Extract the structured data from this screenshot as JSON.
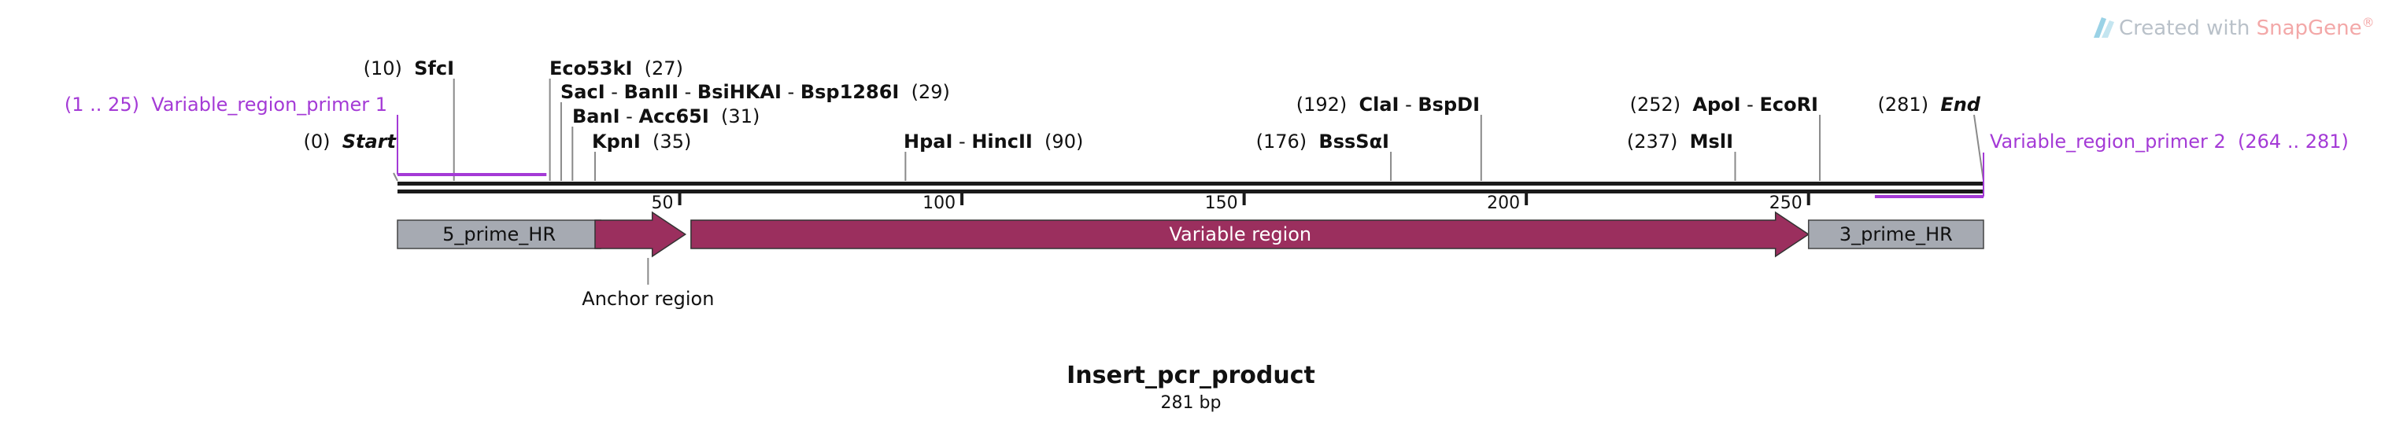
{
  "watermark": {
    "prefix": "Created with ",
    "brand": "SnapGene",
    "mark": "®",
    "icon": "snapgene-logo-icon"
  },
  "sequence": {
    "name": "Insert_pcr_product",
    "length_label": "281 bp",
    "length_bp": 281
  },
  "ruler": [
    {
      "pos": 50,
      "label": "50"
    },
    {
      "pos": 100,
      "label": "100"
    },
    {
      "pos": 150,
      "label": "150"
    },
    {
      "pos": 200,
      "label": "200"
    },
    {
      "pos": 250,
      "label": "250"
    }
  ],
  "sites": [
    {
      "id": "start",
      "bp": 0,
      "pos_label": "(0)",
      "names": [
        "Start"
      ],
      "italic": true,
      "label_side": "left"
    },
    {
      "id": "sfci",
      "bp": 10,
      "pos_label": "(10)",
      "names": [
        "SfcI"
      ],
      "label_side": "left"
    },
    {
      "id": "eco53ki",
      "bp": 27,
      "pos_label": "(27)",
      "names": [
        "Eco53kI"
      ],
      "label_side": "right"
    },
    {
      "id": "saci",
      "bp": 29,
      "pos_label": "(29)",
      "names": [
        "SacI",
        "BanII",
        "BsiHKAI",
        "Bsp1286I"
      ],
      "label_side": "right"
    },
    {
      "id": "bani",
      "bp": 31,
      "pos_label": "(31)",
      "names": [
        "BanI",
        "Acc65I"
      ],
      "label_side": "right"
    },
    {
      "id": "kpni",
      "bp": 35,
      "pos_label": "(35)",
      "names": [
        "KpnI"
      ],
      "label_side": "right"
    },
    {
      "id": "hpai",
      "bp": 90,
      "pos_label": "(90)",
      "names": [
        "HpaI",
        "HincII"
      ],
      "label_side": "right"
    },
    {
      "id": "bsssai",
      "bp": 176,
      "pos_label": "(176)",
      "names": [
        "BssSαI"
      ],
      "label_side": "left"
    },
    {
      "id": "clai",
      "bp": 192,
      "pos_label": "(192)",
      "names": [
        "ClaI",
        "BspDI"
      ],
      "label_side": "left"
    },
    {
      "id": "msli",
      "bp": 237,
      "pos_label": "(237)",
      "names": [
        "MslI"
      ],
      "label_side": "left"
    },
    {
      "id": "apoi",
      "bp": 252,
      "pos_label": "(252)",
      "names": [
        "ApoI",
        "EcoRI"
      ],
      "label_side": "left"
    },
    {
      "id": "end",
      "bp": 281,
      "pos_label": "(281)",
      "names": [
        "End"
      ],
      "italic": true,
      "label_side": "left"
    }
  ],
  "separator": " - ",
  "primers": [
    {
      "id": "primer1",
      "name": "Variable_region_primer 1",
      "range": "(1 .. 25)",
      "start": 1,
      "end": 25,
      "strand": "forward",
      "color": "#a43ad6"
    },
    {
      "id": "primer2",
      "name": "Variable_region_primer 2",
      "range": "(264 .. 281)",
      "start": 264,
      "end": 281,
      "strand": "reverse",
      "color": "#a43ad6"
    }
  ],
  "features": [
    {
      "id": "5-prime-hr",
      "label": "5_prime_HR",
      "start": 1,
      "end": 36,
      "type": "box",
      "color": "#a6aab2",
      "text_color": "#111111"
    },
    {
      "id": "anchor-region",
      "label": "Anchor region",
      "start": 36,
      "end": 51,
      "type": "arrow",
      "color": "#9b2f5e",
      "label_below": true
    },
    {
      "id": "variable-region",
      "label": "Variable region",
      "start": 53,
      "end": 250,
      "type": "arrow",
      "color": "#9b2f5e",
      "text_color": "#ffffff"
    },
    {
      "id": "3-prime-hr",
      "label": "3_prime_HR",
      "start": 251,
      "end": 281,
      "type": "box",
      "color": "#a6aab2",
      "text_color": "#111111"
    }
  ],
  "colors": {
    "backbone": "#1a1a1a",
    "primer": "#a43ad6",
    "primer_range_right": "#d44c8c",
    "watermark": "#b9c1c9",
    "brand": "#f3a8a8",
    "logo": "#9ad2e6"
  }
}
